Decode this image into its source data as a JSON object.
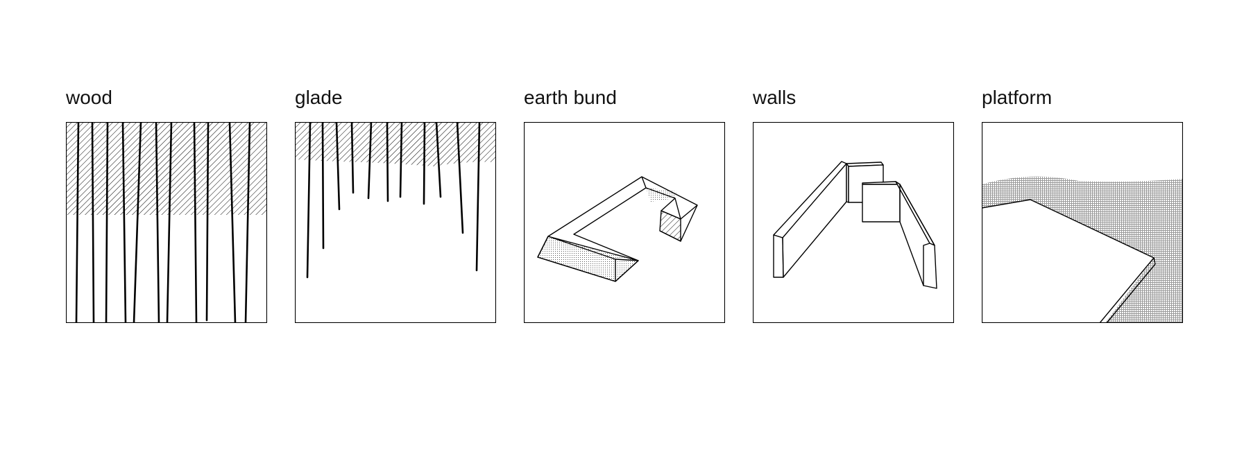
{
  "panels": [
    {
      "id": "wood",
      "title": "wood"
    },
    {
      "id": "glade",
      "title": "glade"
    },
    {
      "id": "earth-bund",
      "title": "earth bund"
    },
    {
      "id": "walls",
      "title": "walls"
    },
    {
      "id": "platform",
      "title": "platform"
    }
  ],
  "colors": {
    "line": "#000000",
    "background": "#ffffff"
  }
}
